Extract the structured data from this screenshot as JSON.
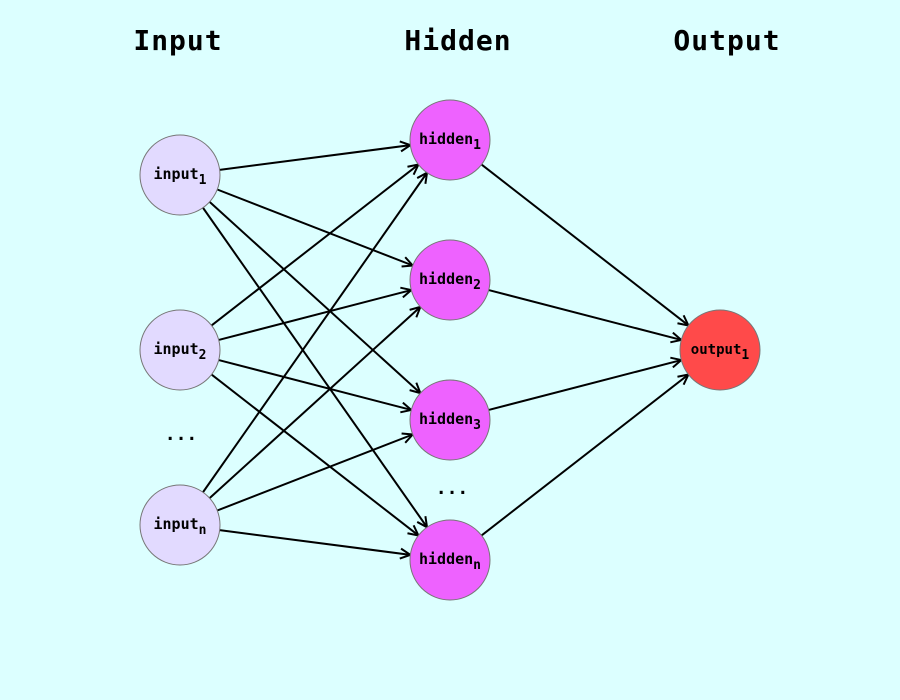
{
  "layers": {
    "input_title": "Input",
    "hidden_title": "Hidden",
    "output_title": "Output"
  },
  "nodes": {
    "input": [
      {
        "base": "input",
        "sub": "1"
      },
      {
        "base": "input",
        "sub": "2"
      },
      {
        "base": "input",
        "sub": "n"
      }
    ],
    "hidden": [
      {
        "base": "hidden",
        "sub": "1"
      },
      {
        "base": "hidden",
        "sub": "2"
      },
      {
        "base": "hidden",
        "sub": "3"
      },
      {
        "base": "hidden",
        "sub": "n"
      }
    ],
    "output": [
      {
        "base": "output",
        "sub": "1"
      }
    ]
  },
  "ellipses": {
    "input": "...",
    "hidden": "..."
  },
  "colors": {
    "background": "#dcffff",
    "input_node": "#e2daff",
    "hidden_node": "#ee62ff",
    "output_node": "#ff4a4a",
    "edge": "#000000"
  }
}
